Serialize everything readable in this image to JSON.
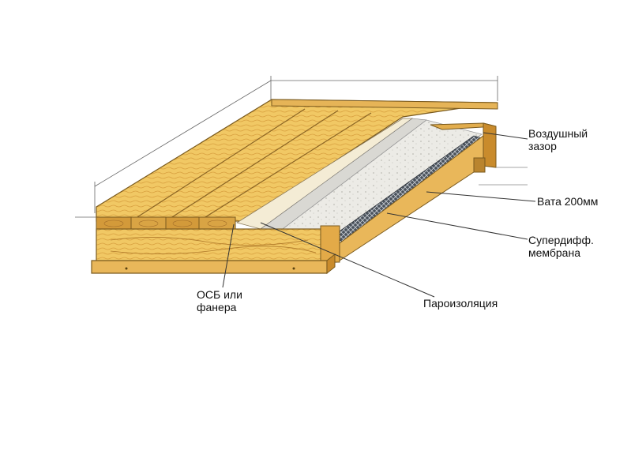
{
  "labels": {
    "air_gap": "Воздушный\nзазор",
    "wool": "Вата 200мм",
    "membrane": "Супердифф.\nмембрана",
    "osb": "ОСБ или\nфанера",
    "vapor_barrier": "Пароизоляция"
  },
  "colors": {
    "wood_light": "#f3cf72",
    "wood_mid": "#e8b24f",
    "wood_dark": "#c98b2c",
    "wood_outline": "#7a5a1e",
    "insulation": "#e7e6e0",
    "membrane": "#3f4650",
    "line": "#333333"
  }
}
